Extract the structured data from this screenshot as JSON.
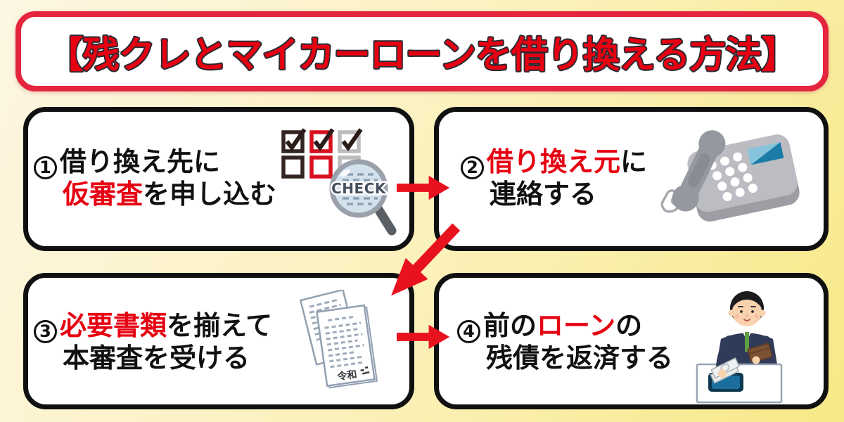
{
  "title": {
    "text": "【残クレとマイカーローンを借り換える方法】"
  },
  "steps": [
    {
      "number": "1",
      "line1_pre": "借り換え先に",
      "line1_red": "",
      "line1_post": "",
      "line2_pre": "",
      "line2_red": "仮審査",
      "line2_post": "を申し込む",
      "illustration": "checklist-magnifier"
    },
    {
      "number": "2",
      "line1_pre": "",
      "line1_red": "借り換え元",
      "line1_post": "に",
      "line2_pre": "連絡する",
      "line2_red": "",
      "line2_post": "",
      "illustration": "desk-phone"
    },
    {
      "number": "3",
      "line1_pre": "",
      "line1_red": "必要書類",
      "line1_post": "を揃えて",
      "line2_pre": "本審査を受ける",
      "line2_red": "",
      "line2_post": "",
      "illustration": "stacked-documents"
    },
    {
      "number": "4",
      "line1_pre": "前の",
      "line1_red": "ローン",
      "line1_post": "の",
      "line2_pre": "残債を返済する",
      "line2_red": "",
      "line2_post": "",
      "illustration": "man-paying-money"
    }
  ],
  "illustration_labels": {
    "magnifier_check": "CHECK",
    "document_era": "令和"
  },
  "colors": {
    "accent_red": "#e60012",
    "arrow_red": "#e8111e",
    "title_border_red": "#e5243e",
    "box_border_black": "#101010",
    "background_start": "#fdf6e3",
    "background_end": "#f7e987",
    "screen_blue_light": "#85c4da",
    "screen_blue_dark": "#1c7ca8",
    "tray_blue": "#1b6f9e",
    "suit_navy": "#2f3b58",
    "tie_green": "#5f9e43",
    "wallet_brown": "#7b5233"
  }
}
